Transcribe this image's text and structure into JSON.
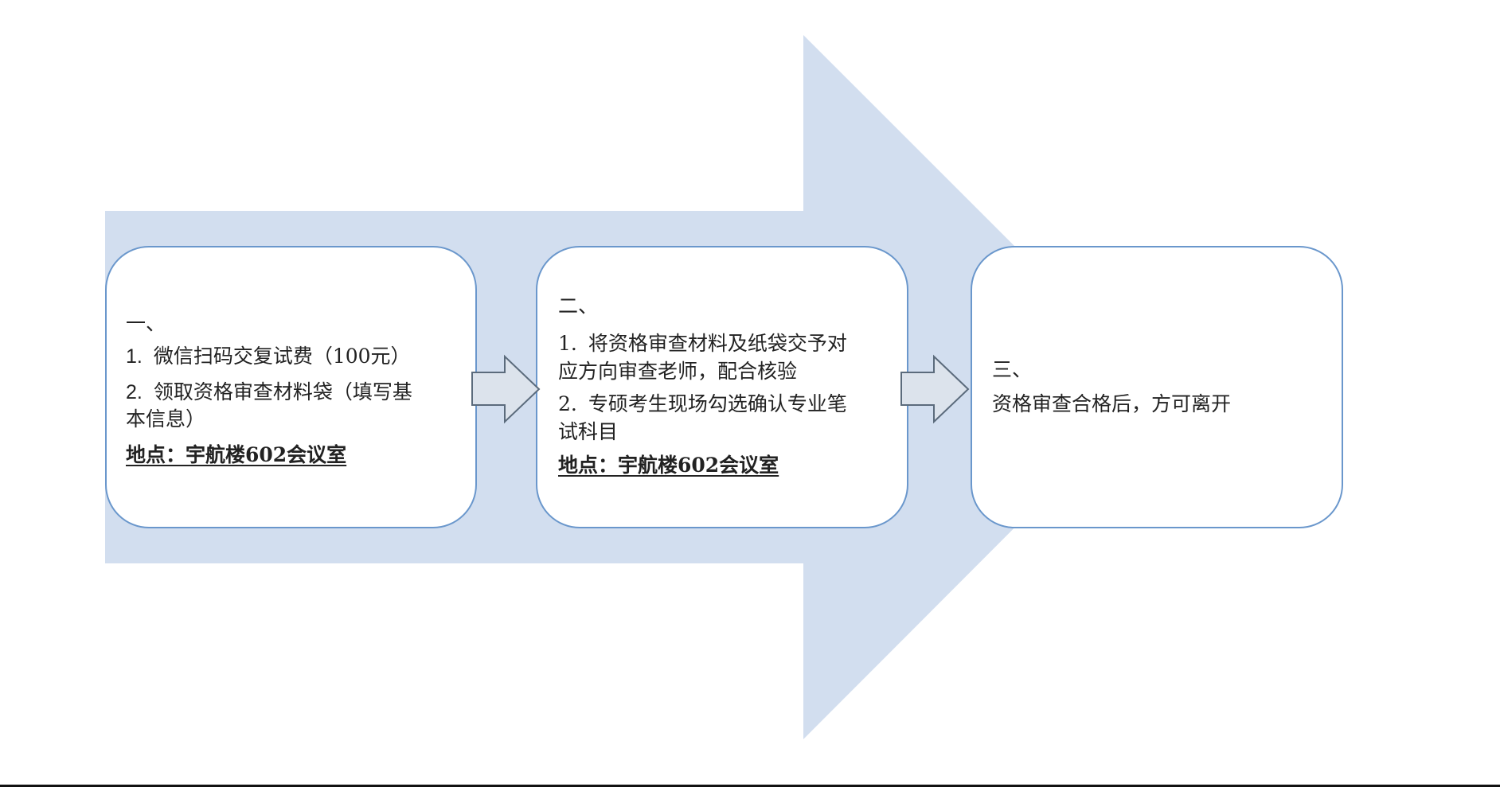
{
  "diagram": {
    "type": "process-flow",
    "colors": {
      "big_arrow_fill": "#d2deef",
      "box_border": "#6a97cc",
      "box_fill": "#ffffff",
      "small_arrow_fill": "#dce3ec",
      "small_arrow_stroke": "#5b6b7c",
      "text": "#222222",
      "bottom_rule": "#111111"
    },
    "steps": [
      {
        "heading": "一、",
        "items": [
          {
            "num": "1.",
            "text": "微信扫码交复试费（100元）"
          },
          {
            "num": "2.",
            "text": "领取资格审查材料袋（填写基",
            "text_cont": "本信息）"
          }
        ],
        "location": "地点：宇航楼602会议室"
      },
      {
        "heading": "二、",
        "items": [
          {
            "num": "1.",
            "text": "将资格审查材料及纸袋交予对",
            "text_cont": "应方向审查老师，配合核验"
          },
          {
            "num": "2.",
            "text": "专硕考生现场勾选确认专业笔",
            "text_cont": "试科目"
          }
        ],
        "location": "地点：宇航楼602会议室"
      },
      {
        "heading": "三、",
        "text": "资格审查合格后，方可离开"
      }
    ],
    "icons": {
      "big_arrow": "right-arrow-icon",
      "connector_1": "right-arrow-icon",
      "connector_2": "right-arrow-icon"
    }
  }
}
